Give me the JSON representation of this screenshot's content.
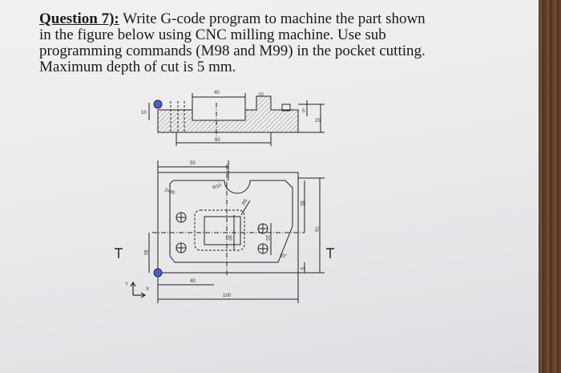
{
  "question": {
    "label": "Question 7):",
    "lines": [
      " Write G-code program to machine the part shown",
      "in the figure below using CNC milling machine. Use sub",
      "programming commands (M98 and M99) in the pocket cutting.",
      "Maximum depth of cut is 5 mm."
    ]
  },
  "figure": {
    "side_view": {
      "dims": {
        "top_width": "40",
        "right_small": "20",
        "left_height": "10",
        "right_height_a": "5",
        "right_height_b": "20",
        "bottom_width": "60"
      }
    },
    "top_view": {
      "dims": {
        "width_50": "50",
        "chamfer": "2x45",
        "radius_r10": "R10",
        "radius_r5": "R5",
        "slot_height": "30",
        "slot_small": "20",
        "right_35": "35",
        "right_70": "70",
        "right_5": "5",
        "angle": "20°",
        "left_30": "30",
        "bottom_40": "40",
        "bottom_100": "100"
      },
      "axis": {
        "x": "X",
        "y": "Y"
      }
    }
  }
}
